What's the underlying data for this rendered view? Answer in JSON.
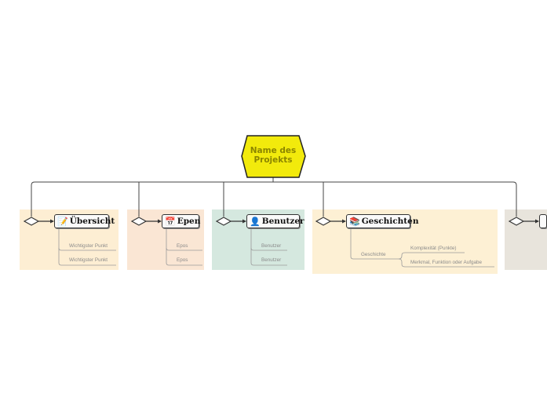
{
  "root": {
    "title": "Name des Projekts",
    "fill": "#f2ea0c",
    "text_color": "#8c8600"
  },
  "branches": [
    {
      "label": "Übersicht",
      "icon": "memo-icon",
      "glyph": "📝",
      "panel_color": "#fdeed3",
      "leaves": [
        "Wichtigster Punkt",
        "Wichtigster Punkt"
      ]
    },
    {
      "label": "Epen",
      "icon": "calendar-icon",
      "glyph": "📅",
      "panel_color": "#fae6d4",
      "leaves": [
        "Epos",
        "Epos"
      ]
    },
    {
      "label": "Benutzer",
      "icon": "person-icon",
      "glyph": "👤",
      "panel_color": "#d5e8df",
      "leaves": [
        "Benutzer",
        "Benutzer"
      ]
    },
    {
      "label": "Geschichten",
      "icon": "books-icon",
      "glyph": "📚",
      "panel_color": "#fdf0d4",
      "child": "Geschichte",
      "leaves": [
        "Komplexität (Punkte)",
        "Merkmal, Funktion oder Aufgabe"
      ]
    },
    {
      "label": "",
      "icon": "partial-branch-icon",
      "glyph": "",
      "panel_color": "#e8e4dc",
      "leaves": []
    }
  ]
}
